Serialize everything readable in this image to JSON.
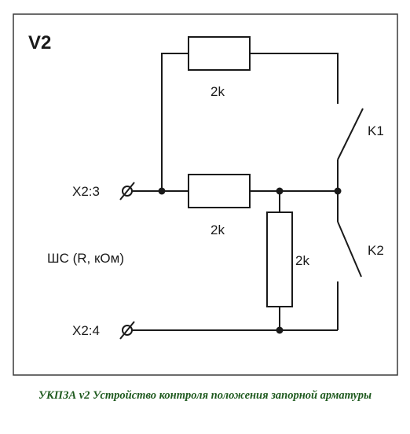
{
  "diagram": {
    "title": "V2",
    "terminals": {
      "top": "X2:3",
      "bottom": "X2:4"
    },
    "loop_label": "ШС (R, кОм)",
    "resistors": {
      "r1": "2k",
      "r2": "2k",
      "r3": "2k"
    },
    "switches": {
      "k1": "K1",
      "k2": "K2"
    }
  },
  "caption": "УКПЗА v2 Устройство контроля положения запорной арматуры"
}
